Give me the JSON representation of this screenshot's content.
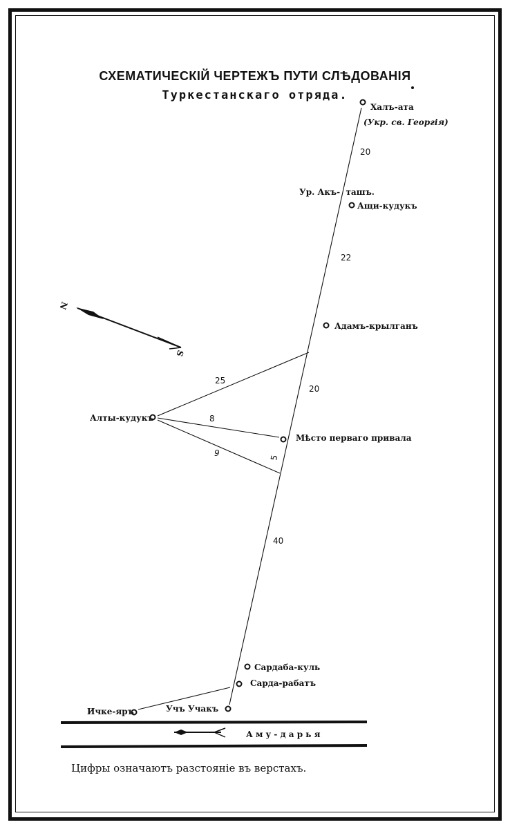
{
  "title": {
    "line1": "СХЕМАТИЧЕСКІЙ ЧЕРТЕЖЪ ПУТИ СЛѢДОВАНІЯ",
    "line2": "Туркестанскаго отряда."
  },
  "places": {
    "khal_ata": "Халъ-ата",
    "khal_ata_note": "(Укр. св. Георгія)",
    "ak_tash": "Ур. Акъ-  ташъ.",
    "ashchi_kuduk": "Ащи-кудукъ",
    "adam_krylgan": "Адамъ-крылганъ",
    "mesto": "Мѣсто перваго привала",
    "alty_kuduk": "Алты-кудукъ",
    "sardaba_kul": "Сардаба-куль",
    "sarda_rabat": "Сарда-рабатъ",
    "uch_uchak": "Учъ Учакъ",
    "ichke_yar": "Ичке-яръ"
  },
  "distances": {
    "d1": "20",
    "d2": "22",
    "d3": "25",
    "d4": "20",
    "d5": "8",
    "d6": "9",
    "d7": "5",
    "d8": "40"
  },
  "compass": {
    "north": "N",
    "south": "S"
  },
  "river": {
    "label": "А м у - д а р ь я"
  },
  "footer": {
    "note": "Цифры означаютъ разстояніе въ верстахъ."
  }
}
